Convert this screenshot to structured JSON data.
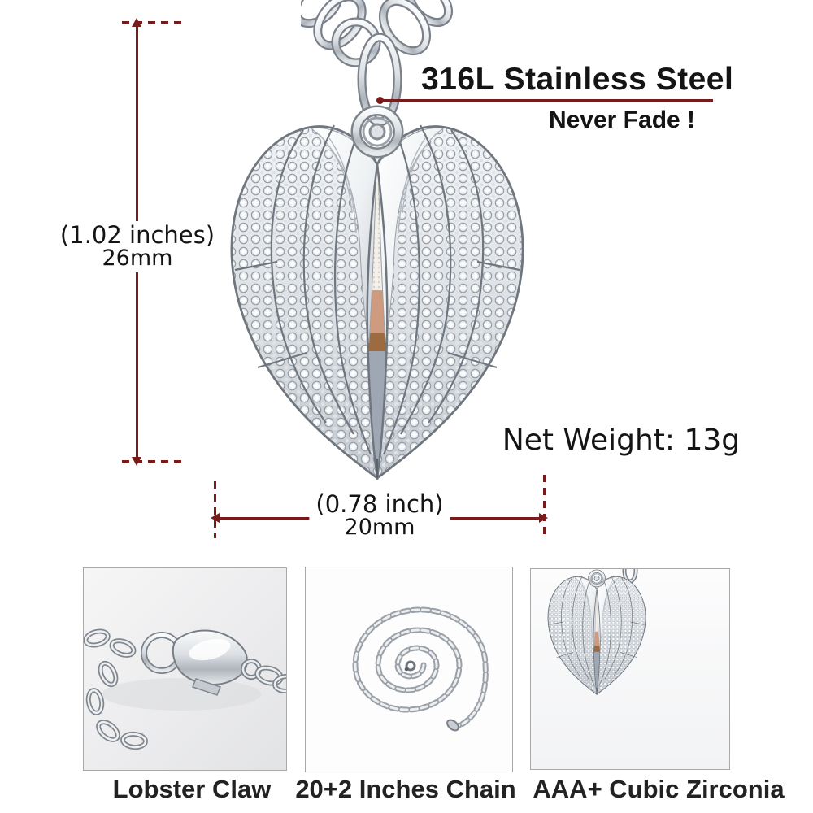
{
  "image_type": "jewelry-product-infographic",
  "annotations": {
    "material_title": "316L Stainless Steel",
    "material_subtitle": "Never Fade !",
    "net_weight": "Net Weight: 13g",
    "pendant_height": {
      "inches": "(1.02 inches)",
      "mm": "26mm"
    },
    "pendant_width": {
      "inches": "(0.78 inch)",
      "mm": "20mm"
    }
  },
  "detail_panels": [
    {
      "label": "Lobster Claw",
      "image": "lobster-claw-clasp-photo"
    },
    {
      "label": "20+2 Inches Chain",
      "image": "coiled-cable-chain-photo"
    },
    {
      "label": "AAA+ Cubic Zirconia",
      "image": "cz-wing-heart-pendant-photo"
    }
  ],
  "colors": {
    "dimension_line": "#7a1b1b",
    "text": "#141414",
    "panel_border": "#a9a9a9",
    "silver_light": "#f7f9fb",
    "silver_mid": "#d6dadf",
    "silver_dark": "#9aa1a9"
  }
}
